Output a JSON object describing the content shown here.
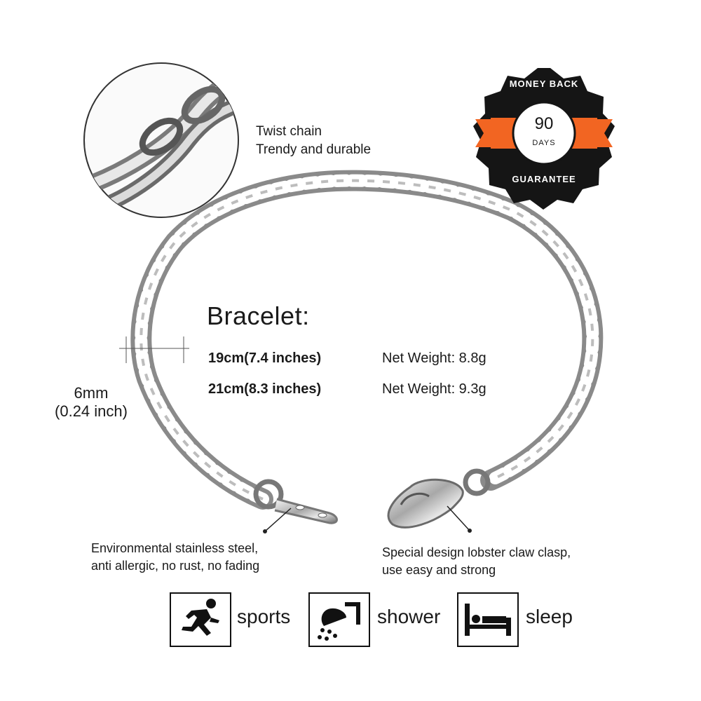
{
  "detail": {
    "line1": "Twist chain",
    "line2": "Trendy and durable"
  },
  "badge": {
    "top": "MONEY BACK",
    "number": "90",
    "unit": "DAYS",
    "bottom": "GUARANTEE"
  },
  "bracelet": {
    "title": "Bracelet:",
    "sizes": [
      {
        "length": "19cm(7.4 inches)",
        "weight": "Net Weight: 8.8g"
      },
      {
        "length": "21cm(8.3 inches)",
        "weight": "Net Weight: 9.3g"
      }
    ]
  },
  "width": {
    "mm": "6mm",
    "inch": "(0.24 inch)"
  },
  "material": {
    "line1": "Environmental stainless steel,",
    "line2": "anti allergic, no rust, no fading"
  },
  "clasp": {
    "line1": "Special design lobster claw clasp,",
    "line2": "use easy and strong"
  },
  "features": [
    {
      "label": "sports"
    },
    {
      "label": "shower"
    },
    {
      "label": "sleep"
    }
  ],
  "colors": {
    "badge": "#151515",
    "ribbon": "#f26522",
    "text": "#1a1a1a"
  }
}
